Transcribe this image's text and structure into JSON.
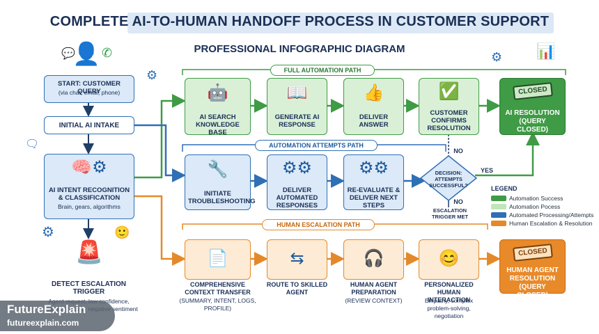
{
  "title": "COMPLETE AI-TO-HUMAN HANDOFF PROCESS IN CUSTOMER SUPPORT",
  "subtitle": "PROFESSIONAL INFOGRAPHIC DIAGRAM",
  "paths": {
    "full_automation": "FULL AUTOMATION PATH",
    "automation_attempts": "AUTOMATION ATTEMPTS PATH",
    "human_escalation": "HUMAN ESCALATION PATH"
  },
  "left_column": {
    "start_title": "START: CUSTOMER QUERY",
    "start_sub": "(via chat, email, phone)",
    "intake": "INITIAL AI INTAKE",
    "intent_title": "AI INTENT RECOGNITION & CLASSIFICATION",
    "intent_sub": "Brain, gears, algorithms",
    "escalation_title": "DETECT ESCALATION TRIGGER",
    "escalation_sub": "Agent request, low confidence, complex problem, negative sentiment"
  },
  "automation_row": {
    "step1": "AI SEARCH KNOWLEDGE BASE",
    "step2": "GENERATE AI RESPONSE",
    "step3": "DELIVER ANSWER",
    "step4": "CUSTOMER CONFIRMS RESOLUTION",
    "resolution_sign": "CLOSED",
    "resolution": "AI RESOLUTION (QUERY CLOSED)"
  },
  "attempts_row": {
    "step1": "INITIATE TROUBLESHOOTING",
    "step2": "DELIVER AUTOMATED RESPONSES",
    "step3": "RE-EVALUATE & DELIVER NEXT STEPS",
    "decision": "DECISION: ATTEMPTS SUCCESSFUL?",
    "yes": "YES",
    "no_top": "NO",
    "no_bottom": "NO",
    "escalation_met": "ESCALATION TRIGGER MET"
  },
  "human_row": {
    "step1_title": "COMPREHENSIVE CONTEXT TRANSFER",
    "step1_sub": "(SUMMARY, INTENT, LOGS, PROFILE)",
    "step2_title": "ROUTE TO SKILLED AGENT",
    "step3_title": "HUMAN AGENT PREPARATION",
    "step3_sub": "(REVIEW CONTEXT)",
    "step4_title": "PERSONALIZED HUMAN INTERACTION",
    "step4_sub": "Empathy, complex problem-solving, negotiation",
    "resolution_sign": "CLOSED",
    "resolution": "HUMAN AGENT RESOLUTION (QUERY CLOSED)"
  },
  "legend": {
    "title": "LEGEND",
    "items": [
      {
        "label": "Automation Success",
        "color": "#3f9b45"
      },
      {
        "label": "Automation Pocess",
        "color": "#bfe6b8"
      },
      {
        "label": "Automated Processing/Attempts",
        "color": "#2f6fb5"
      },
      {
        "label": "Human Escalation & Resolution",
        "color": "#e4892a"
      }
    ]
  },
  "watermark": {
    "name": "FutureExplain",
    "url": "futureexplain.com"
  },
  "icons": {
    "customer": "person-icon",
    "chat": "chat-bubble-icon",
    "phone": "whatsapp-icon",
    "brain": "brain-gears-icon",
    "alarm": "siren-icon",
    "robot": "robot-icon",
    "book": "open-book-icon",
    "thumb": "thumbs-up-icon",
    "check": "check-circle-icon",
    "tools": "wrench-screwdriver-icon",
    "gears": "gears-icon",
    "document": "document-transfer-icon",
    "route": "route-arrows-icon",
    "headset": "headset-agent-icon",
    "smile": "smiley-agent-icon"
  }
}
